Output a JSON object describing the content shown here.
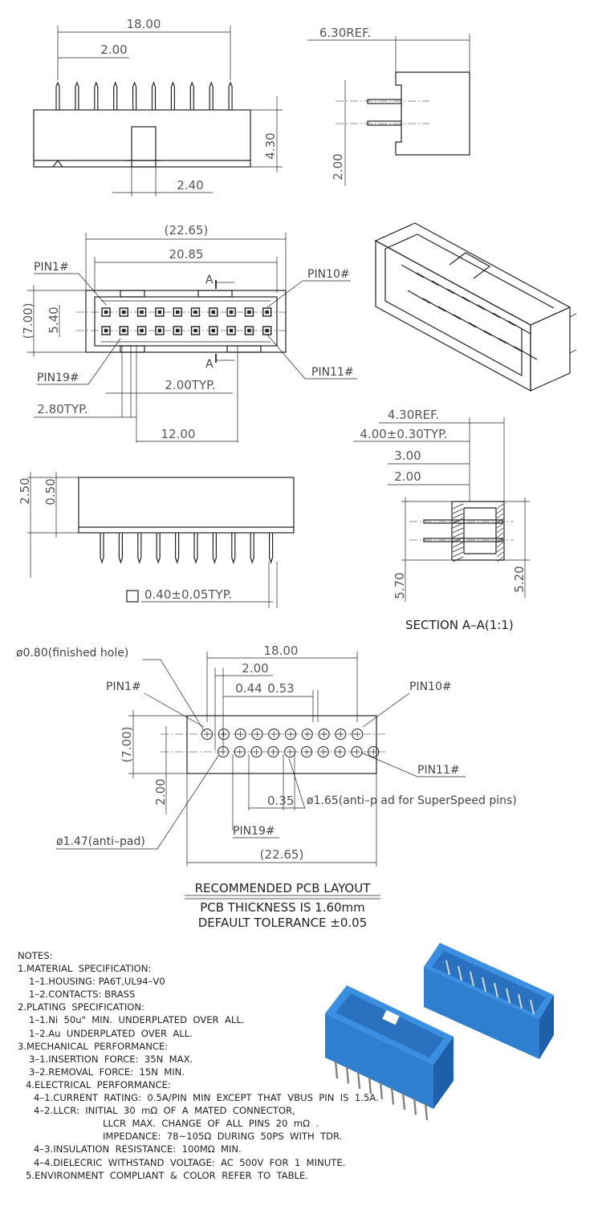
{
  "top_view": {
    "dim_overall": "18.00",
    "dim_pitch": "2.00",
    "dim_key": "2.40",
    "dim_height": "4.30"
  },
  "side_view": {
    "dim_ref": "6.30REF.",
    "dim_pitch": "2.00"
  },
  "top_plan": {
    "dim_outer": "(22.65)",
    "dim_inner": "20.85",
    "dim_height": "(7.00)",
    "dim_row": "5.40",
    "pin1": "PIN1#",
    "pin10": "PIN10#",
    "pin19": "PIN19#",
    "pin11": "PIN11#",
    "section_a": "A",
    "dim_pitch": "2.00TYP.",
    "dim_key": "2.80TYP.",
    "dim_span": "12.00"
  },
  "front_view": {
    "dim_a": "2.50",
    "dim_b": "0.50",
    "dim_pin": "0.40±0.05TYP."
  },
  "section_view": {
    "dim_ref": "4.30REF.",
    "dim_typ": "4.00±0.30TYP.",
    "dim_c": "3.00",
    "dim_d": "2.00",
    "dim_e": "5.70",
    "dim_f": "5.20",
    "title": "SECTION  A–A(1:1)"
  },
  "pcb_layout": {
    "hole": "ø0.80(finished hole)",
    "dim_overall": "18.00",
    "dim_pitch": "2.00",
    "dim_044": "0.44",
    "dim_053": "0.53",
    "pin1": "PIN1#",
    "pin10": "PIN10#",
    "pin11": "PIN11#",
    "pin19": "PIN19#",
    "dim_height": "(7.00)",
    "dim_row": "2.00",
    "dim_035": "0.35",
    "antipad_ss": "ø1.65(anti–p ad for SuperSpeed pins)",
    "antipad": "ø1.47(anti–pad)",
    "dim_width": "(22.65)",
    "title": "RECOMMENDED  PCB  LAYOUT",
    "thickness": "PCB  THICKNESS  IS  1.60mm",
    "tolerance": "DEFAULT  TOLERANCE  ±0.05"
  },
  "notes": [
    "NOTES:",
    "1.MATERIAL  SPECIFICATION:",
    "1–1.HOUSING: PA6T,UL94–V0",
    "1–2.CONTACTS: BRASS",
    "2.PLATING  SPECIFICATION:",
    "1–1.Ni  50u\"  MIN.  UNDERPLATED  OVER  ALL.",
    "1–2.Au  UNDERPLATED  OVER  ALL.",
    "3.MECHANICAL  PERFORMANCE:",
    "3–1.INSERTION  FORCE:  35N  MAX.",
    "3–2.REMOVAL  FORCE:  15N  MIN.",
    "4.ELECTRICAL  PERFORMANCE:",
    "4–1.CURRENT  RATING:  0.5A/PIN  MIN  EXCEPT  THAT  VBUS  PIN  IS  1.5A.",
    "4–2.LLCR:  INITIAL  30  mΩ  OF  A  MATED  CONNECTOR,",
    "LLCR  MAX.  CHANGE  OF  ALL  PINS  20  mΩ  .",
    "IMPEDANCE:  78~105Ω  DURING  50PS  WITH  TDR.",
    "4–3.INSULATION  RESISTANCE:  100MΩ  MIN.",
    "4–4.DIELECRIC  WITHSTAND  VOLTAGE:  AC  500V  FOR  1  MINUTE.",
    "5.ENVIRONMENT  COMPLIANT  &  COLOR  REFER  TO  TABLE."
  ],
  "colors": {
    "line": "#222222",
    "product": "#2f7fd0",
    "product_dark": "#1d5fa8"
  }
}
